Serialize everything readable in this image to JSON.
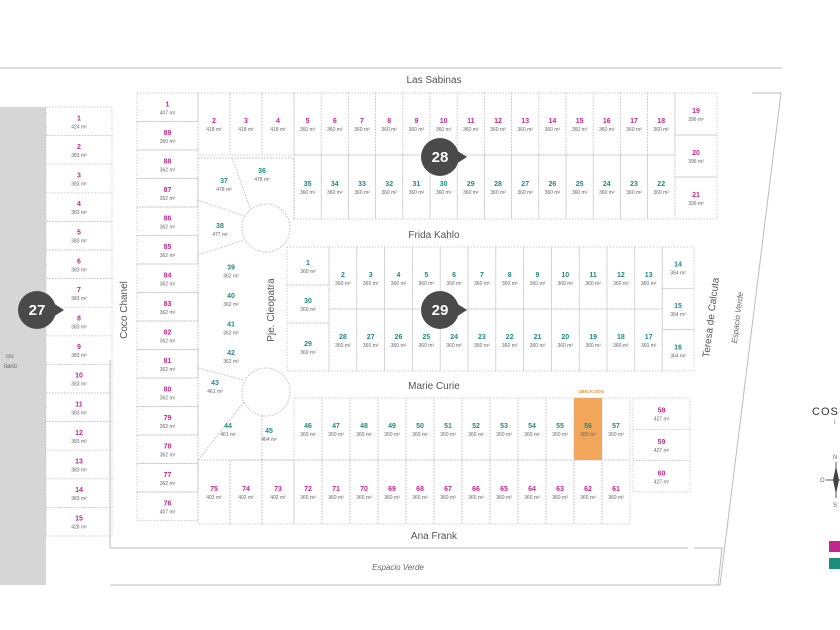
{
  "colors": {
    "pink": "#c2268f",
    "teal": "#1e8c7c",
    "highlight": "#f2a65a",
    "gray_area": "#d6d6d6",
    "block_badge": "#4a4a4a",
    "lot_border": "#bdbdbd"
  },
  "streets": {
    "las_sabinas": "Las Sabinas",
    "frida_kahlo": "Frida Kahlo",
    "marie_curie": "Marie Curie",
    "ana_frank": "Ana Frank",
    "coco_chanel": "Coco Chanel",
    "pje_cleopatra": "Pje. Cleopatra",
    "teresa_de_calcuta": "Teresa de Calcuta"
  },
  "green_spaces": {
    "bottom": "Espacio Verde",
    "right": "Espacio Verde",
    "left_partial_1": "cio",
    "left_partial_2": "itario"
  },
  "blocks": {
    "b27": "27",
    "b28": "28",
    "b29": "29"
  },
  "location_label": "UBICACIÓN",
  "brand": {
    "title": "COS",
    "sub": "I"
  },
  "compass": {
    "n": "N",
    "o": "O",
    "s": "S"
  },
  "lots": {
    "block27": [
      {
        "n": "1",
        "a": "424 m²",
        "c": "pink"
      },
      {
        "n": "2",
        "a": "383 m²",
        "c": "pink"
      },
      {
        "n": "3",
        "a": "383 m²",
        "c": "pink"
      },
      {
        "n": "4",
        "a": "383 m²",
        "c": "pink"
      },
      {
        "n": "5",
        "a": "383 m²",
        "c": "pink"
      },
      {
        "n": "6",
        "a": "383 m²",
        "c": "pink"
      },
      {
        "n": "7",
        "a": "383 m²",
        "c": "pink"
      },
      {
        "n": "8",
        "a": "383 m²",
        "c": "pink"
      },
      {
        "n": "9",
        "a": "383 m²",
        "c": "pink"
      },
      {
        "n": "10",
        "a": "383 m²",
        "c": "pink"
      },
      {
        "n": "11",
        "a": "383 m²",
        "c": "pink"
      },
      {
        "n": "12",
        "a": "383 m²",
        "c": "pink"
      },
      {
        "n": "13",
        "a": "383 m²",
        "c": "pink"
      },
      {
        "n": "14",
        "a": "383 m²",
        "c": "pink"
      },
      {
        "n": "15",
        "a": "428 m²",
        "c": "pink"
      }
    ],
    "left_column": [
      {
        "n": "1",
        "a": "407 m²",
        "c": "pink"
      },
      {
        "n": "89",
        "a": "360 m²",
        "c": "pink"
      },
      {
        "n": "88",
        "a": "362 m²",
        "c": "pink"
      },
      {
        "n": "87",
        "a": "362 m²",
        "c": "pink"
      },
      {
        "n": "86",
        "a": "362 m²",
        "c": "pink"
      },
      {
        "n": "85",
        "a": "362 m²",
        "c": "pink"
      },
      {
        "n": "84",
        "a": "362 m²",
        "c": "pink"
      },
      {
        "n": "83",
        "a": "362 m²",
        "c": "pink"
      },
      {
        "n": "82",
        "a": "362 m²",
        "c": "pink"
      },
      {
        "n": "81",
        "a": "362 m²",
        "c": "pink"
      },
      {
        "n": "80",
        "a": "362 m²",
        "c": "pink"
      },
      {
        "n": "79",
        "a": "362 m²",
        "c": "pink"
      },
      {
        "n": "78",
        "a": "362 m²",
        "c": "pink"
      },
      {
        "n": "77",
        "a": "362 m²",
        "c": "pink"
      },
      {
        "n": "76",
        "a": "407 m²",
        "c": "pink"
      }
    ],
    "row28_top": [
      {
        "n": "2",
        "a": "418 m²",
        "c": "pink"
      },
      {
        "n": "3",
        "a": "418 m²",
        "c": "pink"
      },
      {
        "n": "4",
        "a": "418 m²",
        "c": "pink"
      },
      {
        "n": "5",
        "a": "360 m²",
        "c": "pink"
      },
      {
        "n": "6",
        "a": "360 m²",
        "c": "pink"
      },
      {
        "n": "7",
        "a": "360 m²",
        "c": "pink"
      },
      {
        "n": "8",
        "a": "360 m²",
        "c": "pink"
      },
      {
        "n": "9",
        "a": "360 m²",
        "c": "pink"
      },
      {
        "n": "10",
        "a": "360 m²",
        "c": "pink"
      },
      {
        "n": "11",
        "a": "360 m²",
        "c": "pink"
      },
      {
        "n": "12",
        "a": "360 m²",
        "c": "pink"
      },
      {
        "n": "13",
        "a": "360 m²",
        "c": "pink"
      },
      {
        "n": "14",
        "a": "360 m²",
        "c": "pink"
      },
      {
        "n": "15",
        "a": "360 m²",
        "c": "pink"
      },
      {
        "n": "16",
        "a": "360 m²",
        "c": "pink"
      },
      {
        "n": "17",
        "a": "360 m²",
        "c": "pink"
      },
      {
        "n": "18",
        "a": "360 m²",
        "c": "pink"
      }
    ],
    "row28_right": [
      {
        "n": "19",
        "a": "396 m²",
        "c": "pink"
      },
      {
        "n": "20",
        "a": "396 m²",
        "c": "pink"
      },
      {
        "n": "21",
        "a": "396 m²",
        "c": "pink"
      }
    ],
    "row28_bottom": [
      {
        "n": "35",
        "a": "360 m²",
        "c": "teal"
      },
      {
        "n": "34",
        "a": "360 m²",
        "c": "teal"
      },
      {
        "n": "33",
        "a": "360 m²",
        "c": "teal"
      },
      {
        "n": "32",
        "a": "360 m²",
        "c": "teal"
      },
      {
        "n": "31",
        "a": "360 m²",
        "c": "teal"
      },
      {
        "n": "30",
        "a": "360 m²",
        "c": "teal"
      },
      {
        "n": "29",
        "a": "360 m²",
        "c": "teal"
      },
      {
        "n": "28",
        "a": "360 m²",
        "c": "teal"
      },
      {
        "n": "27",
        "a": "360 m²",
        "c": "teal"
      },
      {
        "n": "26",
        "a": "360 m²",
        "c": "teal"
      },
      {
        "n": "25",
        "a": "360 m²",
        "c": "teal"
      },
      {
        "n": "24",
        "a": "360 m²",
        "c": "teal"
      },
      {
        "n": "23",
        "a": "360 m²",
        "c": "teal"
      },
      {
        "n": "22",
        "a": "360 m²",
        "c": "teal"
      }
    ],
    "row29_top": [
      {
        "n": "2",
        "a": "360 m²",
        "c": "teal"
      },
      {
        "n": "3",
        "a": "360 m²",
        "c": "teal"
      },
      {
        "n": "4",
        "a": "360 m²",
        "c": "teal"
      },
      {
        "n": "5",
        "a": "360 m²",
        "c": "teal"
      },
      {
        "n": "6",
        "a": "360 m²",
        "c": "teal"
      },
      {
        "n": "7",
        "a": "360 m²",
        "c": "teal"
      },
      {
        "n": "8",
        "a": "360 m²",
        "c": "teal"
      },
      {
        "n": "9",
        "a": "360 m²",
        "c": "teal"
      },
      {
        "n": "10",
        "a": "360 m²",
        "c": "teal"
      },
      {
        "n": "11",
        "a": "360 m²",
        "c": "teal"
      },
      {
        "n": "12",
        "a": "360 m²",
        "c": "teal"
      },
      {
        "n": "13",
        "a": "360 m²",
        "c": "teal"
      }
    ],
    "row29_bottom": [
      {
        "n": "28",
        "a": "360 m²",
        "c": "teal"
      },
      {
        "n": "27",
        "a": "360 m²",
        "c": "teal"
      },
      {
        "n": "26",
        "a": "360 m²",
        "c": "teal"
      },
      {
        "n": "25",
        "a": "360 m²",
        "c": "teal"
      },
      {
        "n": "24",
        "a": "360 m²",
        "c": "teal"
      },
      {
        "n": "23",
        "a": "360 m²",
        "c": "teal"
      },
      {
        "n": "22",
        "a": "360 m²",
        "c": "teal"
      },
      {
        "n": "21",
        "a": "360 m²",
        "c": "teal"
      },
      {
        "n": "20",
        "a": "360 m²",
        "c": "teal"
      },
      {
        "n": "19",
        "a": "360 m²",
        "c": "teal"
      },
      {
        "n": "18",
        "a": "360 m²",
        "c": "teal"
      },
      {
        "n": "17",
        "a": "360 m²",
        "c": "teal"
      }
    ],
    "row29_left": [
      {
        "n": "1",
        "a": "360 m²",
        "c": "teal"
      },
      {
        "n": "30",
        "a": "360 m²",
        "c": "teal"
      },
      {
        "n": "29",
        "a": "360 m²",
        "c": "teal"
      }
    ],
    "row29_right": [
      {
        "n": "14",
        "a": "364 m²",
        "c": "teal"
      },
      {
        "n": "15",
        "a": "364 m²",
        "c": "teal"
      },
      {
        "n": "16",
        "a": "364 m²",
        "c": "teal"
      }
    ],
    "cleopatra_lots": [
      {
        "n": "39",
        "a": "362 m²",
        "c": "teal"
      },
      {
        "n": "40",
        "a": "362 m²",
        "c": "teal"
      },
      {
        "n": "41",
        "a": "362 m²",
        "c": "teal"
      },
      {
        "n": "42",
        "a": "362 m²",
        "c": "teal"
      }
    ],
    "irregular": [
      {
        "n": "36",
        "a": "478 m²",
        "c": "teal"
      },
      {
        "n": "37",
        "a": "478 m²",
        "c": "teal"
      },
      {
        "n": "38",
        "a": "477 m²",
        "c": "teal"
      },
      {
        "n": "43",
        "a": "461 m²",
        "c": "teal"
      },
      {
        "n": "44",
        "a": "461 m²",
        "c": "teal"
      },
      {
        "n": "45",
        "a": "464 m²",
        "c": "teal"
      }
    ],
    "row_bottom_top": [
      {
        "n": "46",
        "a": "360 m²",
        "c": "teal"
      },
      {
        "n": "47",
        "a": "360 m²",
        "c": "teal"
      },
      {
        "n": "48",
        "a": "360 m²",
        "c": "teal"
      },
      {
        "n": "49",
        "a": "360 m²",
        "c": "teal"
      },
      {
        "n": "50",
        "a": "360 m²",
        "c": "teal"
      },
      {
        "n": "51",
        "a": "360 m²",
        "c": "teal"
      },
      {
        "n": "52",
        "a": "360 m²",
        "c": "teal"
      },
      {
        "n": "53",
        "a": "360 m²",
        "c": "teal"
      },
      {
        "n": "54",
        "a": "360 m²",
        "c": "teal"
      },
      {
        "n": "55",
        "a": "360 m²",
        "c": "teal"
      },
      {
        "n": "56",
        "a": "360 m²",
        "c": "teal",
        "hl": true
      },
      {
        "n": "57",
        "a": "360 m²",
        "c": "teal"
      }
    ],
    "row_bottom_right": [
      {
        "n": "58",
        "a": "427 m²",
        "c": "pink"
      },
      {
        "n": "59",
        "a": "427 m²",
        "c": "pink"
      },
      {
        "n": "60",
        "a": "427 m²",
        "c": "pink"
      }
    ],
    "row_bottom_bottom": [
      {
        "n": "75",
        "a": "403 m²",
        "c": "pink"
      },
      {
        "n": "74",
        "a": "402 m²",
        "c": "pink"
      },
      {
        "n": "73",
        "a": "402 m²",
        "c": "pink"
      },
      {
        "n": "72",
        "a": "360 m²",
        "c": "pink"
      },
      {
        "n": "71",
        "a": "360 m²",
        "c": "pink"
      },
      {
        "n": "70",
        "a": "360 m²",
        "c": "pink"
      },
      {
        "n": "69",
        "a": "360 m²",
        "c": "pink"
      },
      {
        "n": "68",
        "a": "360 m²",
        "c": "pink"
      },
      {
        "n": "67",
        "a": "360 m²",
        "c": "pink"
      },
      {
        "n": "66",
        "a": "360 m²",
        "c": "pink"
      },
      {
        "n": "65",
        "a": "360 m²",
        "c": "pink"
      },
      {
        "n": "64",
        "a": "360 m²",
        "c": "pink"
      },
      {
        "n": "63",
        "a": "360 m²",
        "c": "pink"
      },
      {
        "n": "62",
        "a": "360 m²",
        "c": "pink"
      },
      {
        "n": "61",
        "a": "360 m²",
        "c": "pink"
      }
    ]
  }
}
